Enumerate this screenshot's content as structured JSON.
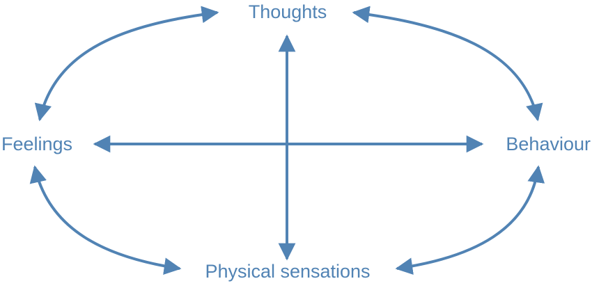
{
  "diagram": {
    "color": "#5183b4",
    "nodes": {
      "thoughts": "Thoughts",
      "feelings": "Feelings",
      "behaviour": "Behaviour",
      "physical": "Physical sensations"
    },
    "links": [
      {
        "from": "thoughts",
        "to": "physical",
        "direction": "both"
      },
      {
        "from": "feelings",
        "to": "behaviour",
        "direction": "both"
      },
      {
        "from": "thoughts",
        "to": "feelings",
        "direction": "both"
      },
      {
        "from": "thoughts",
        "to": "behaviour",
        "direction": "both"
      },
      {
        "from": "feelings",
        "to": "physical",
        "direction": "both"
      },
      {
        "from": "behaviour",
        "to": "physical",
        "direction": "both"
      }
    ]
  }
}
